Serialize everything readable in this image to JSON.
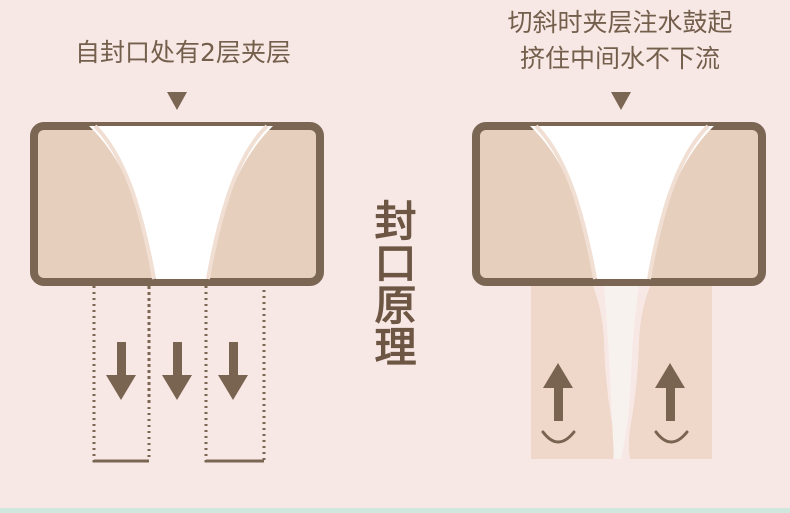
{
  "labels": {
    "left_caption": "自封口处有2层夹层",
    "right_caption_line1": "切斜时夹层注水鼓起",
    "right_caption_line2": "挤住中间水不下流",
    "center_title": "封口原理"
  },
  "colors": {
    "background": "#f8e8e5",
    "outline": "#7b6654",
    "bag_fill": "#e7cfbe",
    "pouch_fill": "#efd8ca",
    "stream_fill": "#f8f2ee",
    "arrow": "#796451",
    "bottom_band": "#cfe7dc"
  },
  "icons": {
    "pointer": "down-triangle",
    "flow": "downward-arrow",
    "pressure": "upward-arrow",
    "curve": "curved-swirl"
  }
}
